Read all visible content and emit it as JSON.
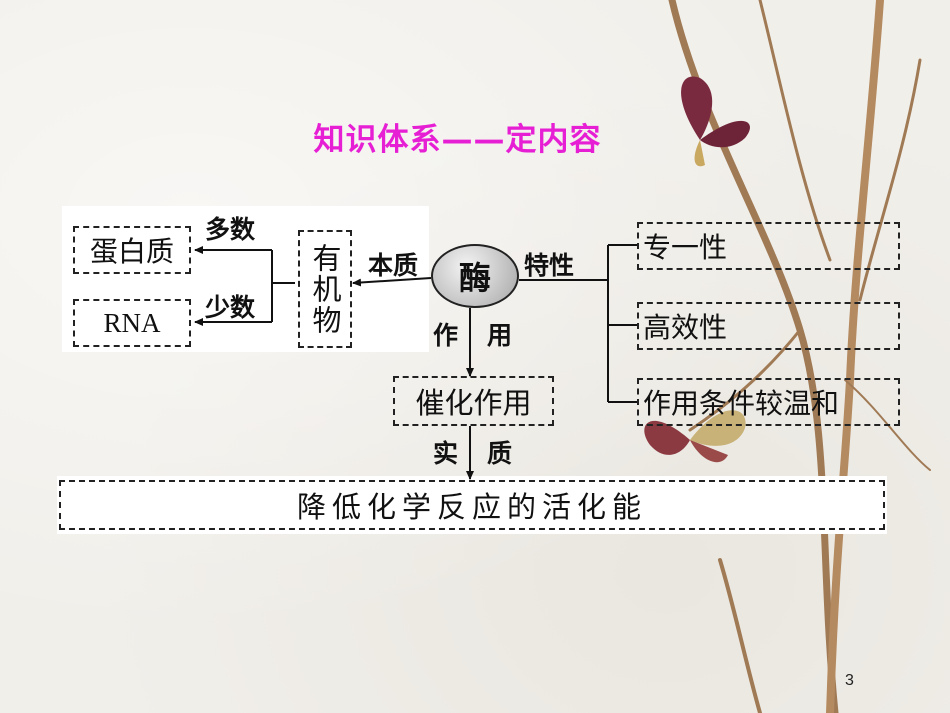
{
  "title": "知识体系——定内容",
  "center": "酶",
  "left": {
    "edge_label": "本质",
    "group": "有机物",
    "more_label": "多数",
    "less_label": "少数",
    "protein": "蛋白质",
    "rna": "RNA"
  },
  "right": {
    "edge_label": "特性",
    "items": [
      "专一性",
      "高效性",
      "作用条件较温和"
    ]
  },
  "down": {
    "edge_label_1": "作",
    "edge_label_2": "用",
    "function_box": "催化作用",
    "essence_1": "实",
    "essence_2": "质",
    "bottom_box": "降低化学反应的活化能"
  },
  "page_number": "3"
}
